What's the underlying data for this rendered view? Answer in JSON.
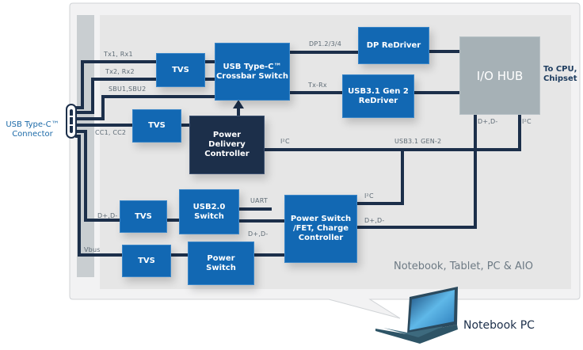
{
  "diagram": {
    "title": "Notebook, Tablet, PC & AIO",
    "device_label": "Notebook PC",
    "connector_label": "USB Type-C™\nConnector",
    "cpu_label": "To CPU,\nChipset",
    "colors": {
      "block": "#1268b3",
      "controller_block": "#1c2f4a",
      "hub_block": "#a6b1b6",
      "wire": "#1c2f4a",
      "panel": "#e8e8e8",
      "frame": "#f2f2f3"
    },
    "blocks": {
      "tvs_top": "TVS",
      "crossbar": "USB Type-C™\nCrossbar Switch",
      "dp_redriver": "DP ReDriver",
      "usb31_redriver": "USB3.1 Gen 2\nReDriver",
      "io_hub": "I/O HUB",
      "tvs_cc": "TVS",
      "pd_controller": "Power\nDelivery\nController",
      "tvs_usb2": "TVS",
      "usb2_switch": "USB2.0\nSwitch",
      "power_fet": "Power Switch\n/FET, Charge\nController",
      "tvs_vbus": "TVS",
      "power_switch": "Power\nSwitch"
    },
    "signals": {
      "tx1rx1": "Tx1, Rx1",
      "tx2rx2": "Tx2, Rx2",
      "sbu": "SBU1,SBU2",
      "cc": "CC1, CC2",
      "dp": "DP1.2/3/4",
      "txrx": "Tx-Rx",
      "pd_i2c": "I²C",
      "usb31gen2": "USB3.1 GEN-2",
      "hub_dpdm": "D+,D-",
      "hub_i2c": "I²C",
      "uart": "UART",
      "usb2_dpdm": "D+,D-",
      "fet_i2c": "I²C",
      "fet_dpdm": "D+,D-",
      "pwr_dpdm": "D+,D-",
      "vbus": "Vbus"
    }
  }
}
